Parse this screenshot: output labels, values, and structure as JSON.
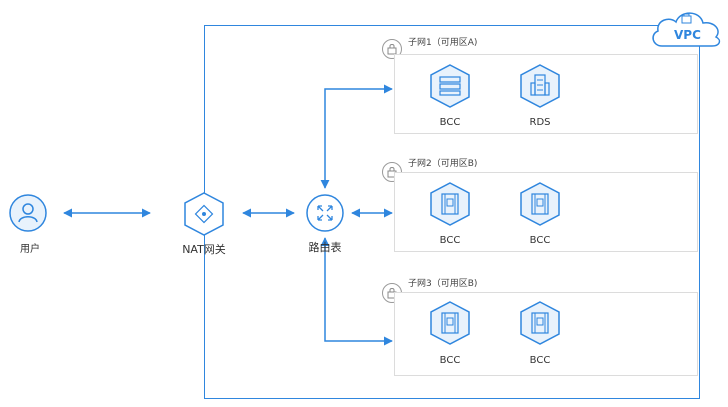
{
  "vpc": {
    "label": "VPC"
  },
  "user": {
    "label": "用户"
  },
  "nat": {
    "label": "NAT网关"
  },
  "router": {
    "label": "路由表"
  },
  "subnets": [
    {
      "label": "子网1（可用区A)",
      "nodes": [
        {
          "label": "BCC",
          "icon": "server-icon"
        },
        {
          "label": "RDS",
          "icon": "database-icon"
        }
      ]
    },
    {
      "label": "子网2（可用区B)",
      "nodes": [
        {
          "label": "BCC",
          "icon": "instance-icon"
        },
        {
          "label": "BCC",
          "icon": "instance-icon"
        }
      ]
    },
    {
      "label": "子网3（可用区B)",
      "nodes": [
        {
          "label": "BCC",
          "icon": "instance-icon"
        },
        {
          "label": "BCC",
          "icon": "instance-icon"
        }
      ]
    }
  ],
  "colors": {
    "accent": "#2f86de",
    "border": "#dcdcdc",
    "icon_fill": "#e8f2fc"
  }
}
